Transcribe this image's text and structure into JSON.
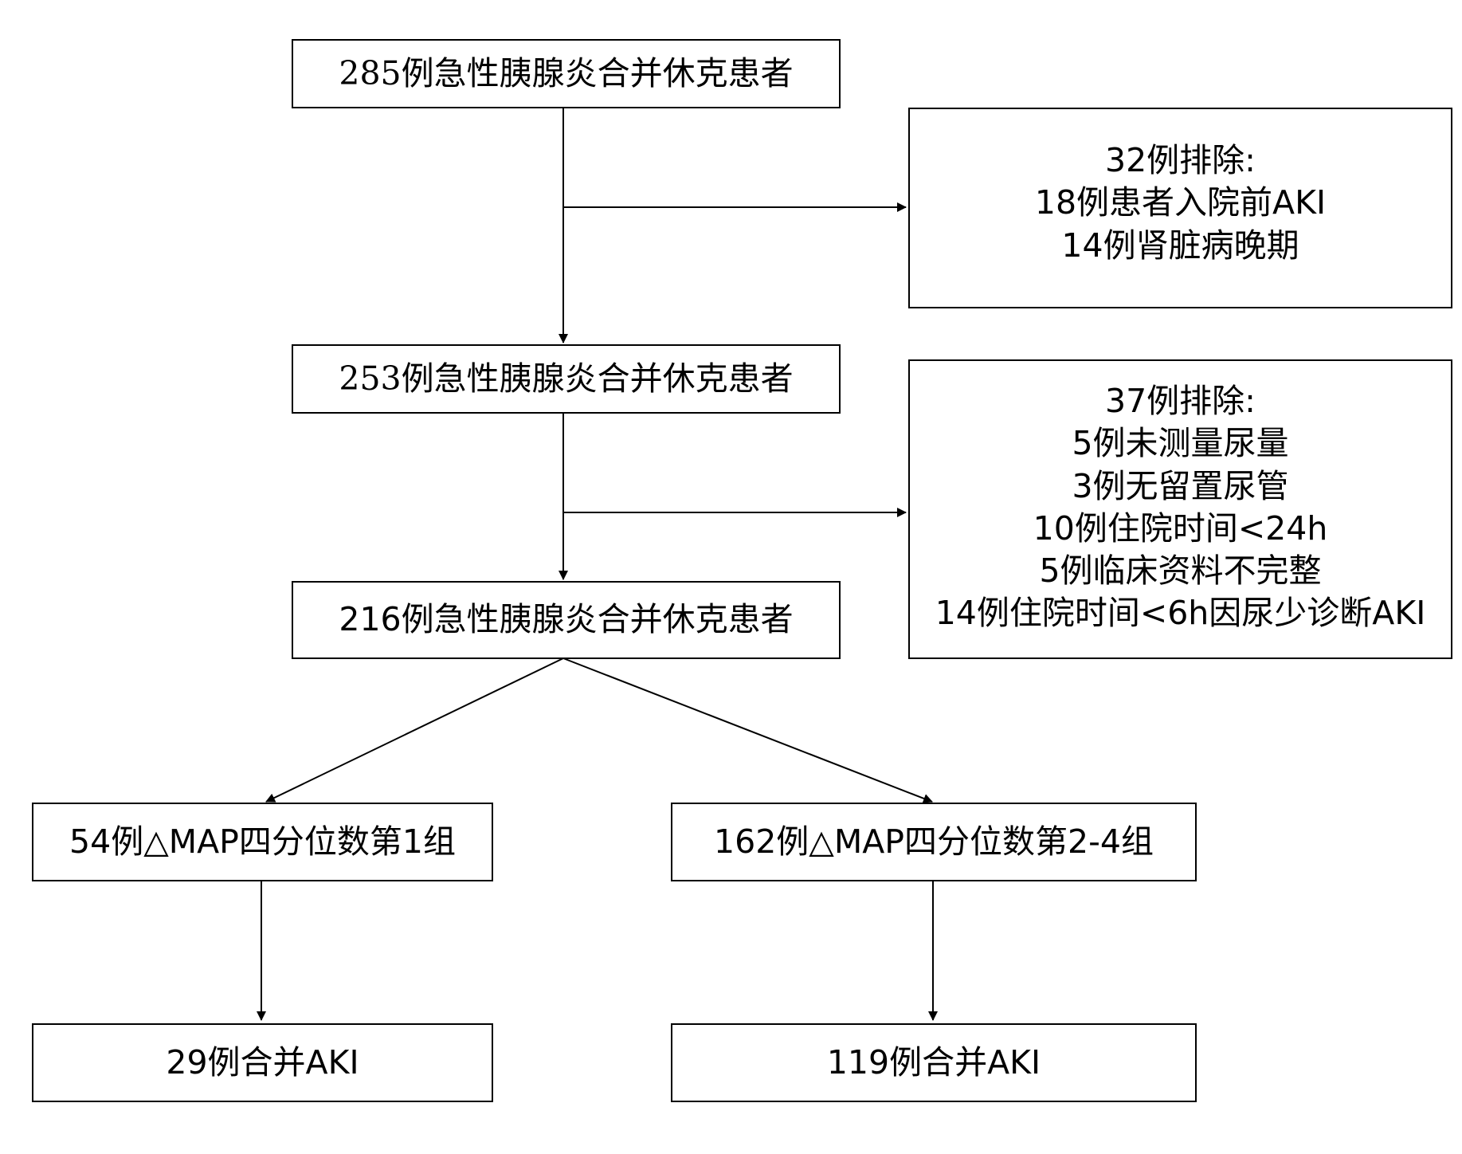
{
  "boxes": {
    "step1": "285例急性胰腺炎合并休克患者",
    "exclusion1": {
      "lines": [
        "32例排除:",
        "18例患者入院前AKI",
        "14例肾脏病晚期"
      ]
    },
    "step2": "253例急性胰腺炎合并休克患者",
    "exclusion2": {
      "lines": [
        "37例排除:",
        "5例未测量尿量",
        "3例无留置尿管",
        "10例住院时间<24h",
        "5例临床资料不完整",
        "14例住院时间<6h因尿少诊断AKI"
      ]
    },
    "step3": "216例急性胰腺炎合并休克患者",
    "group1": "54例△MAP四分位数第1组",
    "group2": "162例△MAP四分位数第2-4组",
    "outcome1": "29例合并AKI",
    "outcome2": "119例合并AKI"
  }
}
